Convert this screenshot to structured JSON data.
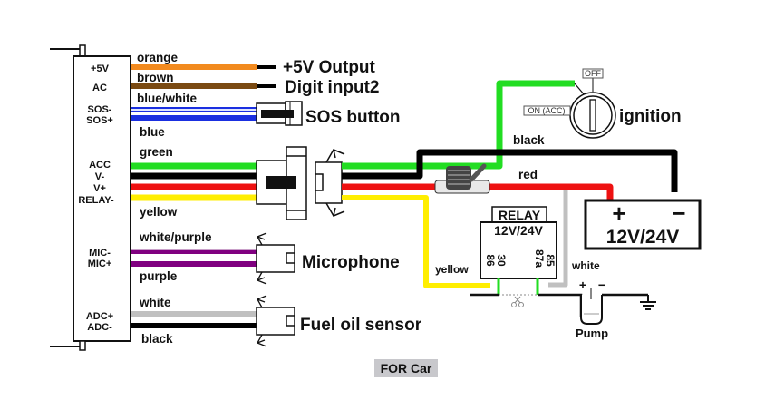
{
  "module": {
    "pins": [
      "+5V",
      "AC",
      "SOS-",
      "SOS+",
      "ACC",
      "V-",
      "V+",
      "RELAY-",
      "MIC-",
      "MIC+",
      "ADC+",
      "ADC-"
    ]
  },
  "wires": {
    "orange": "orange",
    "brown": "brown",
    "blue_white": "blue/white",
    "blue": "blue",
    "green": "green",
    "yellow": "yellow",
    "white_purple": "white/purple",
    "purple": "purple",
    "white": "white",
    "black": "black",
    "black_top": "black",
    "red": "red",
    "yellow_relay": "yellow",
    "white_relay": "white"
  },
  "wire_colors": {
    "orange": "#f28a1e",
    "brown": "#7a4a12",
    "blue": "#1a2fe0",
    "blue_light": "#9fb4f0",
    "green": "#22dd22",
    "black": "#000000",
    "red": "#ee1111",
    "yellow": "#ffee00",
    "purple": "#800080",
    "purple_light": "#c9a0c9",
    "white_wire": "#c0c0c0"
  },
  "devices": {
    "output_5v": "+5V Output",
    "digit_input": "Digit input2",
    "sos_button": "SOS button",
    "microphone": "Microphone",
    "fuel_sensor": "Fuel oil sensor",
    "ignition": "ignition",
    "ignition_off": "OFF",
    "ignition_on": "ON (ACC)",
    "relay_title": "RELAY",
    "relay_voltage": "12V/24V",
    "relay_pins": [
      "86",
      "30",
      "87a",
      "85"
    ],
    "battery_voltage": "12V/24V",
    "battery_plus": "+",
    "battery_minus": "−",
    "pump": "Pump",
    "pump_plus": "+",
    "pump_minus": "−"
  },
  "caption": "FOR Car"
}
